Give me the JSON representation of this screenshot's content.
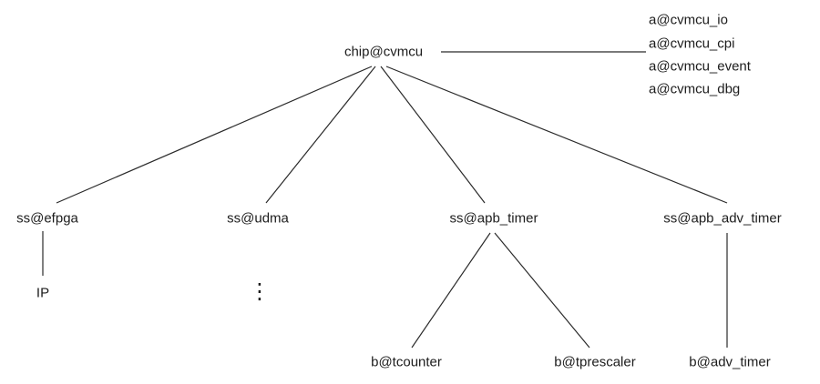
{
  "diagram": {
    "root": {
      "label": "chip@cvmcu"
    },
    "attributes": [
      "a@cvmcu_io",
      "a@cvmcu_cpi",
      "a@cvmcu_event",
      "a@cvmcu_dbg"
    ],
    "subsystems": [
      {
        "label": "ss@efpga"
      },
      {
        "label": "ss@udma"
      },
      {
        "label": "ss@apb_timer"
      },
      {
        "label": "ss@apb_adv_timer"
      }
    ],
    "leaves": {
      "ip": "IP",
      "ellipsis": "⋮",
      "tcounter": "b@tcounter",
      "tprescaler": "b@tprescaler",
      "adv_timer": "b@adv_timer"
    }
  }
}
